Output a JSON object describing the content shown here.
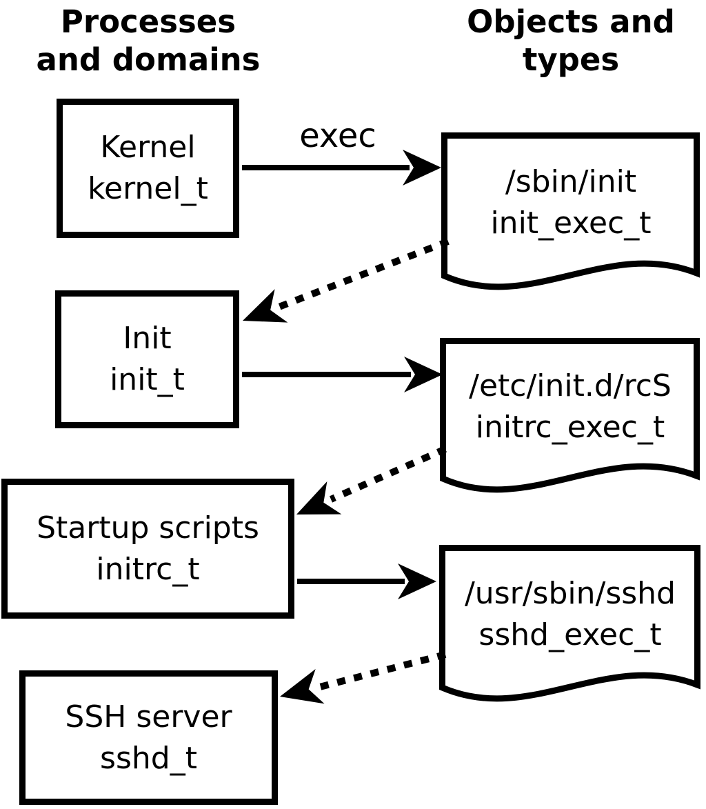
{
  "colors": {
    "foreground": "#000000",
    "background": "#ffffff"
  },
  "headers": {
    "left": {
      "line1": "Processes",
      "line2": "and domains"
    },
    "right": {
      "line1": "Objects and",
      "line2": "types"
    }
  },
  "process_nodes": [
    {
      "label": "Kernel",
      "type": "kernel_t"
    },
    {
      "label": "Init",
      "type": "init_t"
    },
    {
      "label": "Startup scripts",
      "type": "initrc_t"
    },
    {
      "label": "SSH server",
      "type": "sshd_t"
    }
  ],
  "object_nodes": [
    {
      "path": "/sbin/init",
      "type": "init_exec_t"
    },
    {
      "path": "/etc/init.d/rcS",
      "type": "initrc_exec_t"
    },
    {
      "path": "/usr/sbin/sshd",
      "type": "sshd_exec_t"
    }
  ],
  "edges": {
    "exec_label": "exec"
  }
}
